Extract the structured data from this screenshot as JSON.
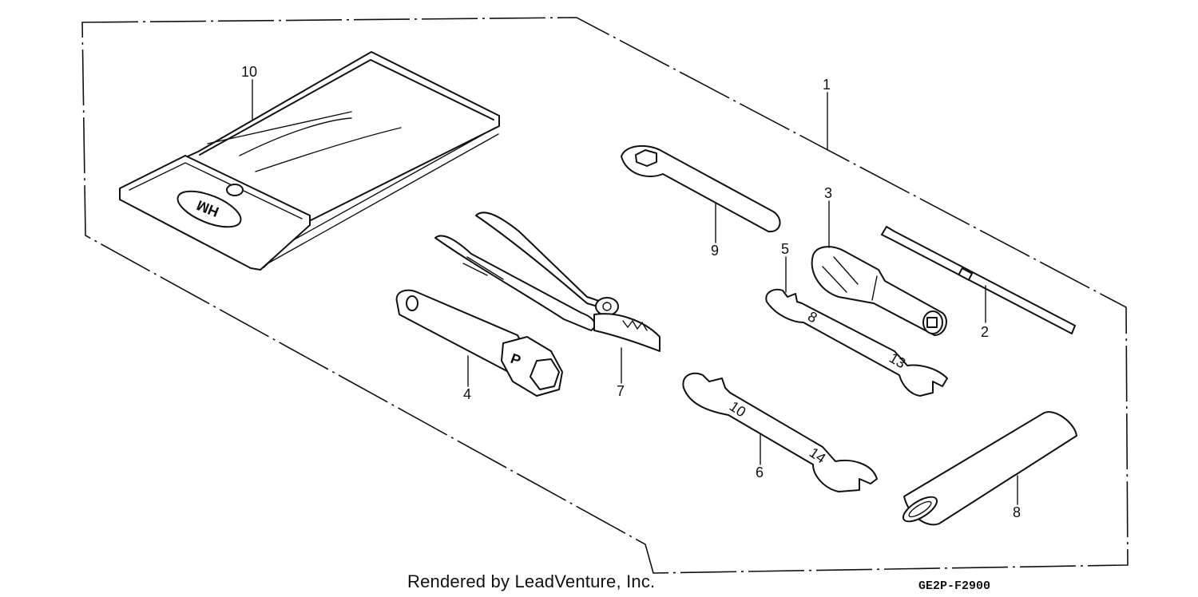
{
  "callouts": {
    "p1": "1",
    "p2": "2",
    "p3": "3",
    "p4": "4",
    "p5": "5",
    "p6": "6",
    "p7": "7",
    "p8": "8",
    "p9": "9",
    "p10": "10"
  },
  "tool_marks": {
    "logo": "HM",
    "socket_letter": "P",
    "wrench5_small": "8",
    "wrench5_large": "13",
    "wrench6_small": "10",
    "wrench6_large": "14"
  },
  "footer": {
    "credit": "Rendered by LeadVenture, Inc.",
    "diagram_code": "GE2P-F2900"
  }
}
